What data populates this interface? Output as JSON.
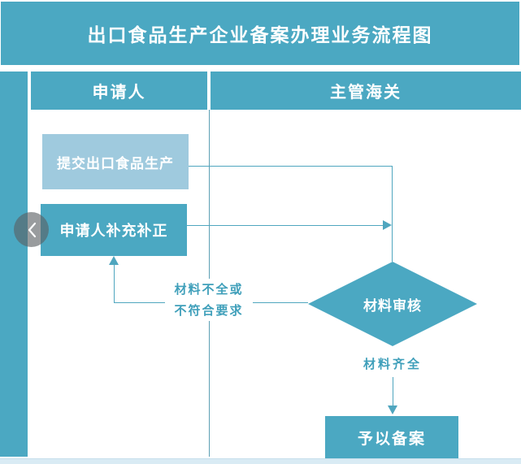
{
  "page": {
    "title": "出口食品生产企业备案办理业务流程图"
  },
  "flowchart": {
    "columns": [
      {
        "id": "applicant",
        "label": "申请人"
      },
      {
        "id": "customs",
        "label": "主管海关"
      }
    ],
    "nodes": {
      "submit": {
        "label": "提交出口食品生产",
        "type": "process",
        "color": "#9FCADE"
      },
      "supplement": {
        "label": "申请人补充补正",
        "type": "process",
        "color": "#4BA8C2"
      },
      "review": {
        "label": "材料审核",
        "type": "decision",
        "color": "#4BA8C2"
      },
      "record": {
        "label": "予以备案",
        "type": "process",
        "color": "#4BA8C2"
      }
    },
    "edge_labels": {
      "incomplete_line1": "材料不全或",
      "incomplete_line2": "不符合要求",
      "complete": "材料齐全"
    },
    "edges": [
      {
        "from": "submit",
        "to": "review",
        "label": ""
      },
      {
        "from": "supplement",
        "to": "review",
        "label": ""
      },
      {
        "from": "review",
        "to": "supplement",
        "label": "材料不全或不符合要求"
      },
      {
        "from": "review",
        "to": "record",
        "label": "材料齐全"
      }
    ]
  },
  "colors": {
    "teal": "#4BA8C2",
    "light_blue": "#9FCADE",
    "line": "#4FA6BF",
    "label_text": "#3F9FBA",
    "bottom_strip": "#D9EBF4"
  },
  "carousel": {
    "prev_icon": "chevron-left"
  }
}
